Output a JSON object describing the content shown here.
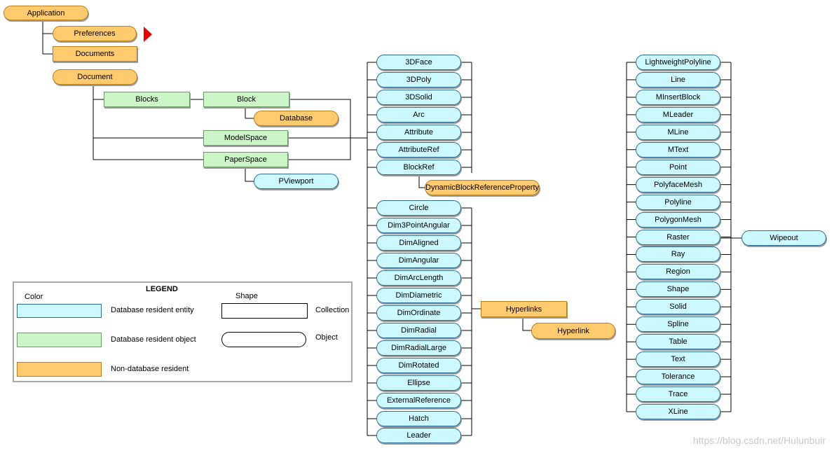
{
  "nodes": {
    "application": "Application",
    "preferences": "Preferences",
    "documents": "Documents",
    "document": "Document",
    "blocks": "Blocks",
    "block": "Block",
    "database": "Database",
    "modelspace": "ModelSpace",
    "paperspace": "PaperSpace",
    "pviewport": "PViewport",
    "dynamic_block_ref_prop": "DynamicBlockReferenceProperty",
    "hyperlinks": "Hyperlinks",
    "hyperlink": "Hyperlink",
    "wipeout": "Wipeout"
  },
  "entities_column1": [
    "3DFace",
    "3DPoly",
    "3DSolid",
    "Arc",
    "Attribute",
    "AttributeRef",
    "BlockRef",
    "Circle",
    "Dim3PointAngular",
    "DimAligned",
    "DimAngular",
    "DimArcLength",
    "DimDiametric",
    "DimOrdinate",
    "DimRadial",
    "DimRadialLarge",
    "DimRotated",
    "Ellipse",
    "ExternalReference",
    "Hatch",
    "Leader"
  ],
  "entities_column2": [
    "LightweightPolyline",
    "Line",
    "MInsertBlock",
    "MLeader",
    "MLine",
    "MText",
    "Point",
    "PolyfaceMesh",
    "Polyline",
    "PolygonMesh",
    "Raster",
    "Ray",
    "Region",
    "Shape",
    "Solid",
    "Spline",
    "Table",
    "Text",
    "Tolerance",
    "Trace",
    "XLine"
  ],
  "legend": {
    "title": "LEGEND",
    "color_header": "Color",
    "shape_header": "Shape",
    "entity_label": "Database resident entity",
    "object_label": "Database resident object",
    "nondb_label": "Non-database  resident",
    "collection_label": "Collection",
    "object_shape_label": "Object"
  },
  "colors": {
    "entity_fill": "#ccf8ff",
    "object_fill": "#ccf6c8",
    "nondb_fill": "#ffcb6e",
    "marker_arrow": "#ee0000"
  },
  "watermark": "https://blog.csdn.net/Hulunbuir"
}
